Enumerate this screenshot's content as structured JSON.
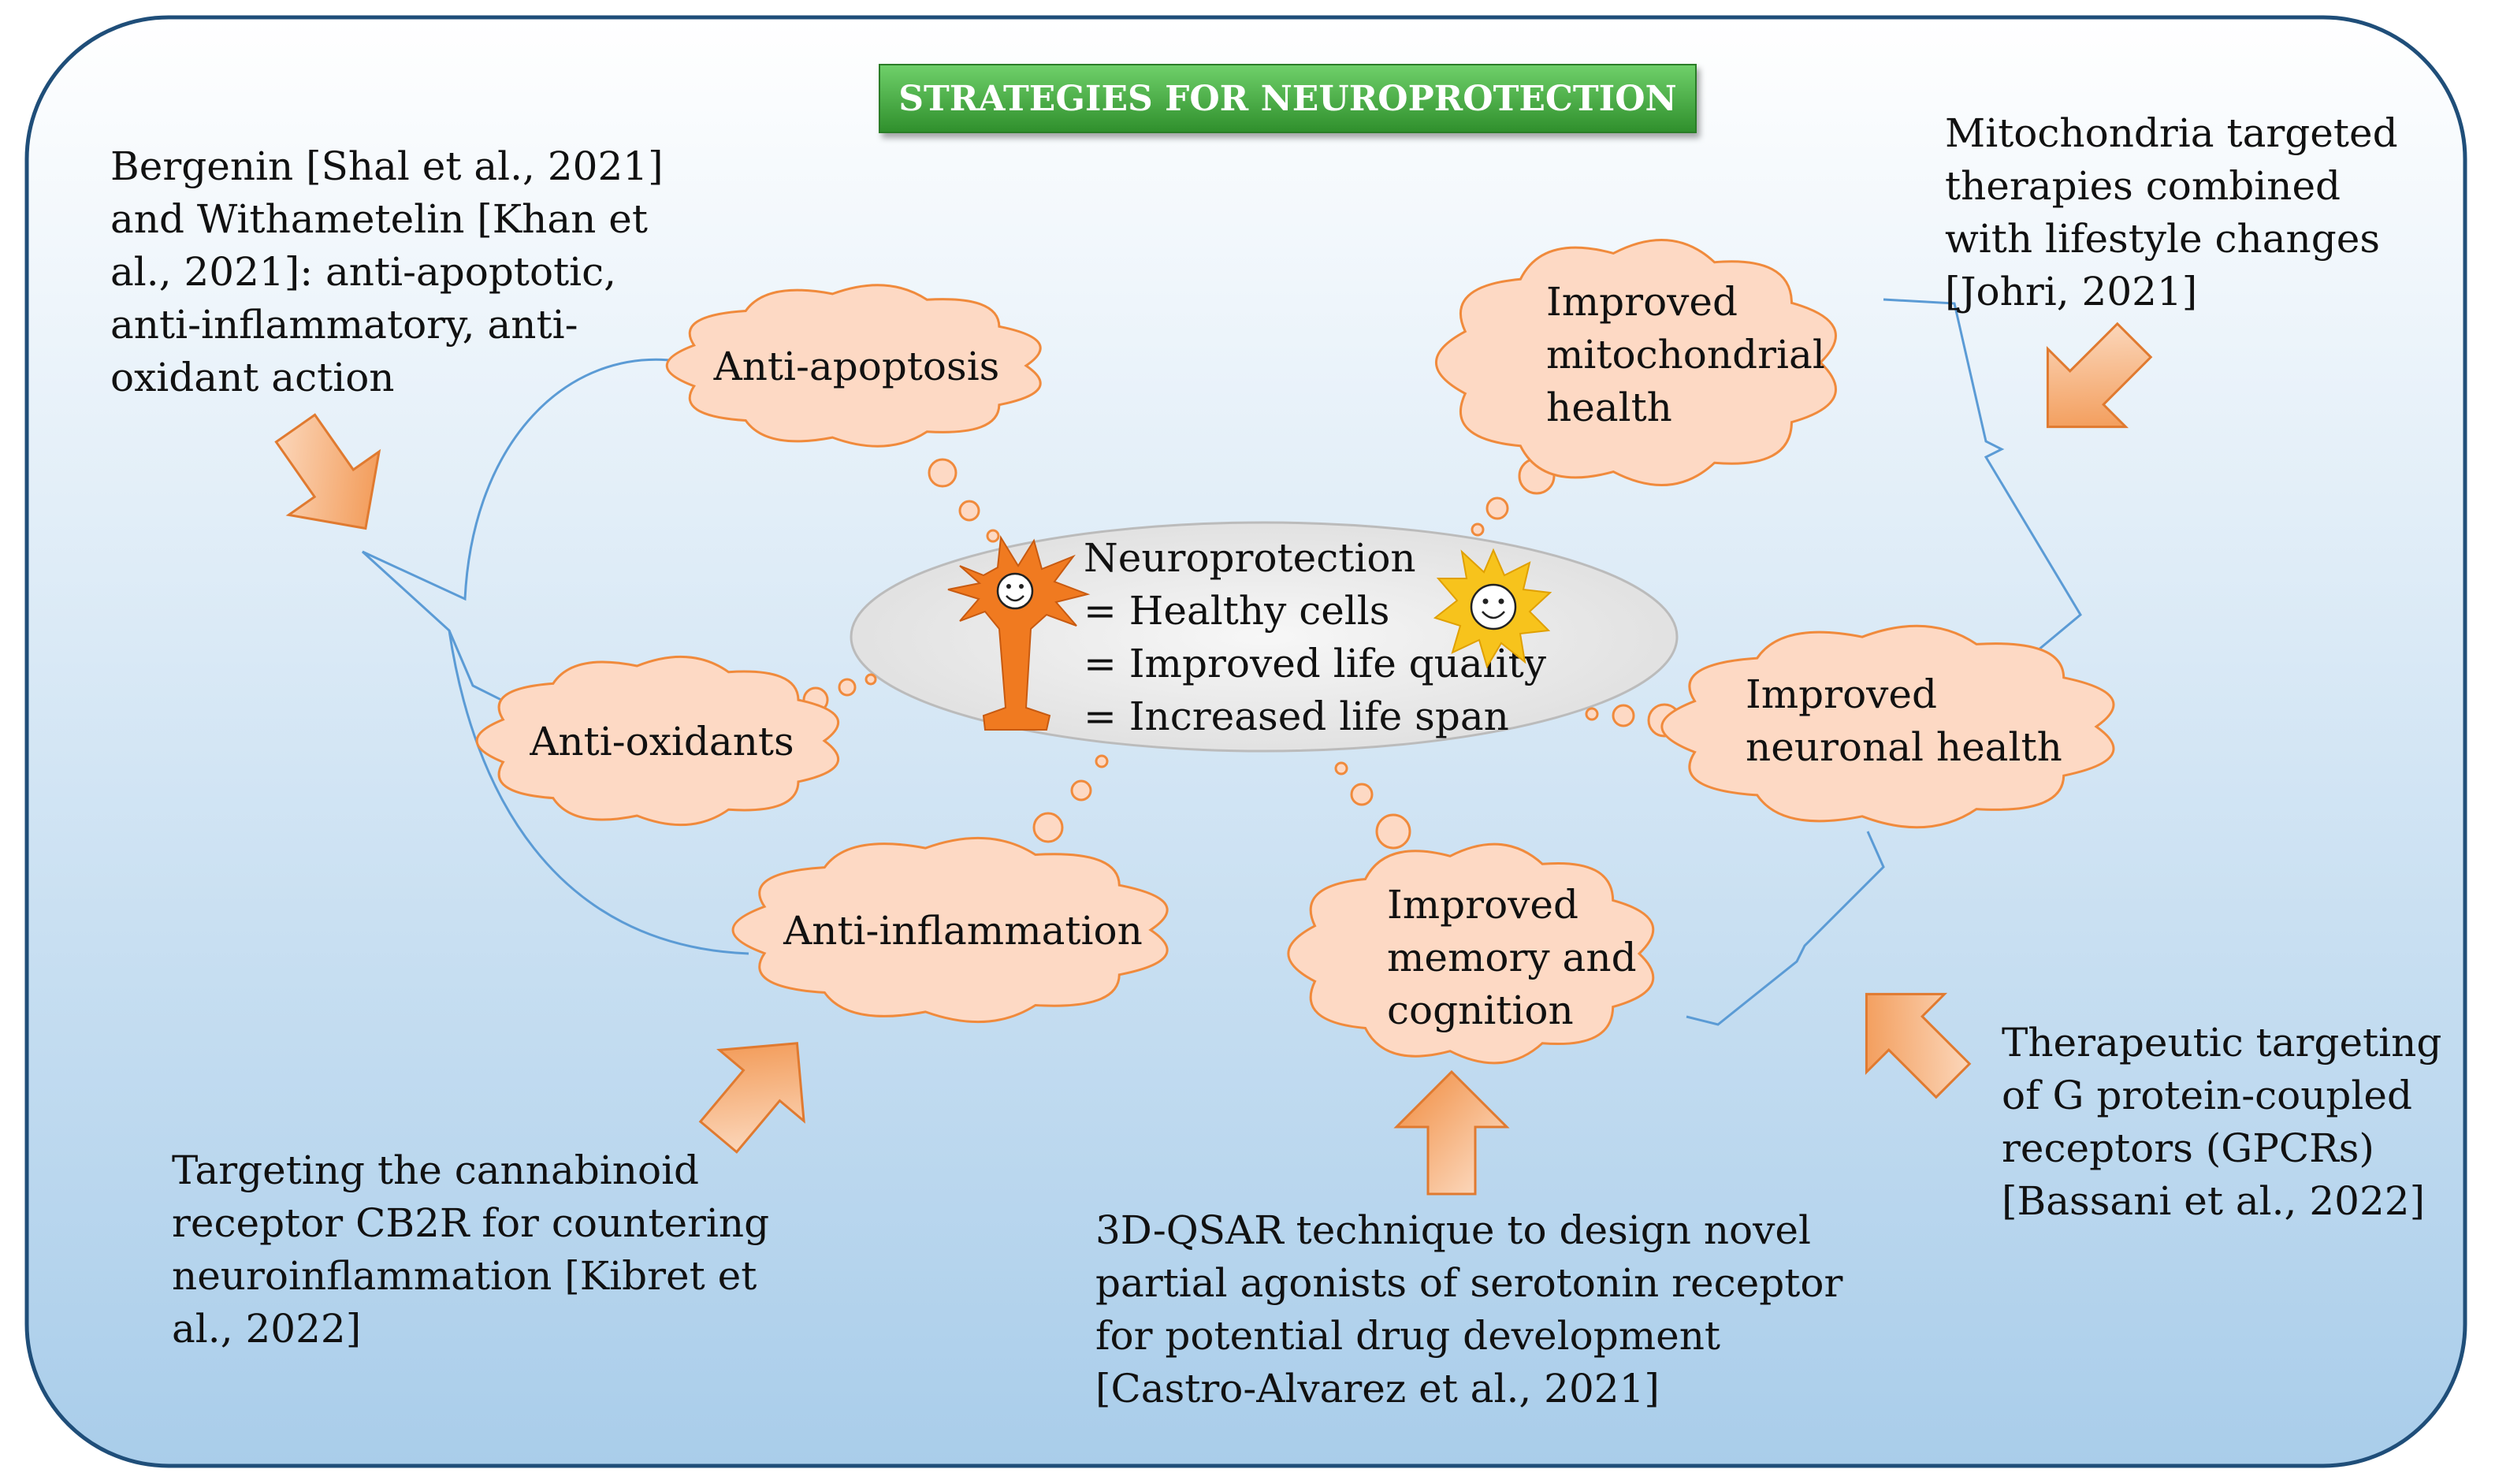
{
  "title": "STRATEGIES FOR NEUROPROTECTION",
  "center": {
    "lines": [
      "Neuroprotection",
      "= Healthy cells",
      "= Improved life quality",
      "= Increased life span"
    ]
  },
  "clouds": {
    "anti_apoptosis": [
      "Anti-apoptosis"
    ],
    "anti_oxidants": [
      "Anti-oxidants"
    ],
    "anti_inflammation": [
      "Anti-inflammation"
    ],
    "mitochondrial": [
      "Improved",
      "mitochondrial",
      "health"
    ],
    "neuronal": [
      "Improved",
      "neuronal health"
    ],
    "memory": [
      "Improved",
      "memory and",
      "cognition"
    ]
  },
  "notes": {
    "bergenin": [
      "Bergenin [Shal et al., 2021]",
      "and Withametelin [Khan et",
      "al., 2021]: anti-apoptotic,",
      "anti-inflammatory, anti-",
      "oxidant action"
    ],
    "mitochondria": [
      "Mitochondria targeted",
      "therapies combined",
      "with lifestyle changes",
      "[Johri, 2021]"
    ],
    "cannabinoid": [
      "Targeting the cannabinoid",
      "receptor CB2R for countering",
      "neuroinflammation [Kibret et",
      "al., 2022]"
    ],
    "qsar": [
      "3D-QSAR technique to design novel",
      "partial agonists of serotonin receptor",
      "for potential drug development",
      "[Castro-Alvarez et al., 2021]"
    ],
    "gpcr": [
      "Therapeutic targeting",
      "of G protein-coupled",
      "receptors (GPCRs)",
      "[Bassani et al., 2022]"
    ]
  },
  "colors": {
    "frame_stroke": "#1f4e79",
    "background_top": "#ffffff",
    "background_bottom": "#a9cdea",
    "title_green": "#3da63a",
    "cloud_fill": "#fdd9c4",
    "cloud_stroke": "#f08a3c",
    "arrow_fill": "#f7a46a",
    "bracket_stroke": "#5b9bd5",
    "ellipse_fill": "#eeeeee",
    "neuron_orange": "#f07a20",
    "sun_yellow": "#f7c31c"
  },
  "icons": [
    "neuron-icon",
    "sun-smiley-icon"
  ]
}
